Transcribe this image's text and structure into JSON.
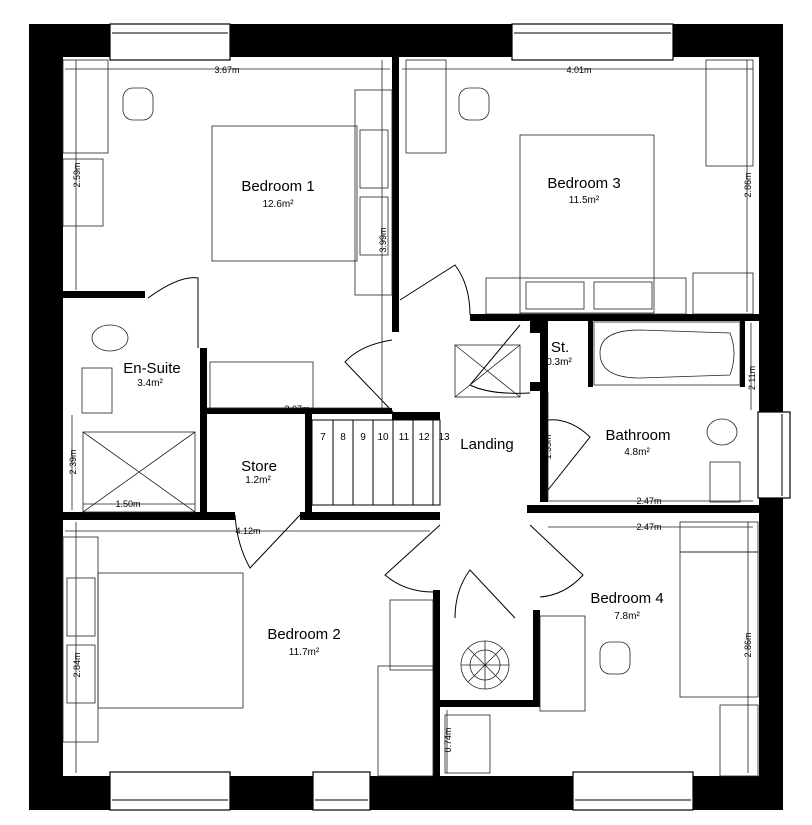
{
  "rooms": {
    "bedroom1": {
      "name": "Bedroom 1",
      "area": "12.6m²"
    },
    "bedroom2": {
      "name": "Bedroom 2",
      "area": "11.7m²"
    },
    "bedroom3": {
      "name": "Bedroom 3",
      "area": "11.5m²"
    },
    "bedroom4": {
      "name": "Bedroom 4",
      "area": "7.8m²"
    },
    "ensuite": {
      "name": "En-Suite",
      "area": "3.4m²"
    },
    "bathroom": {
      "name": "Bathroom",
      "area": "4.8m²"
    },
    "store": {
      "name": "Store",
      "area": "1.2m²"
    },
    "st": {
      "name": "St.",
      "area": "0.3m²"
    },
    "landing": {
      "name": "Landing"
    }
  },
  "dimensions": {
    "bed1_width": "3.67m",
    "bed1_depth": "2.59m",
    "bed1_wardrobe": "3.99m",
    "bed1_lower": "2.07m",
    "bed3_width": "4.01m",
    "bed3_depth": "2.86m",
    "bath_depth": "2.11m",
    "bath_width": "2.47m",
    "landing_door": "1.35m",
    "bed4_width": "2.47m",
    "bed4_depth": "2.86m",
    "shower_width": "1.50m",
    "ensuite_depth": "2.39m",
    "bed2_width": "4.12m",
    "bed2_depth": "2.84m",
    "cupboard_depth": "0.74m"
  },
  "stairs": {
    "steps": [
      "7",
      "8",
      "9",
      "10",
      "11",
      "12",
      "13"
    ]
  }
}
